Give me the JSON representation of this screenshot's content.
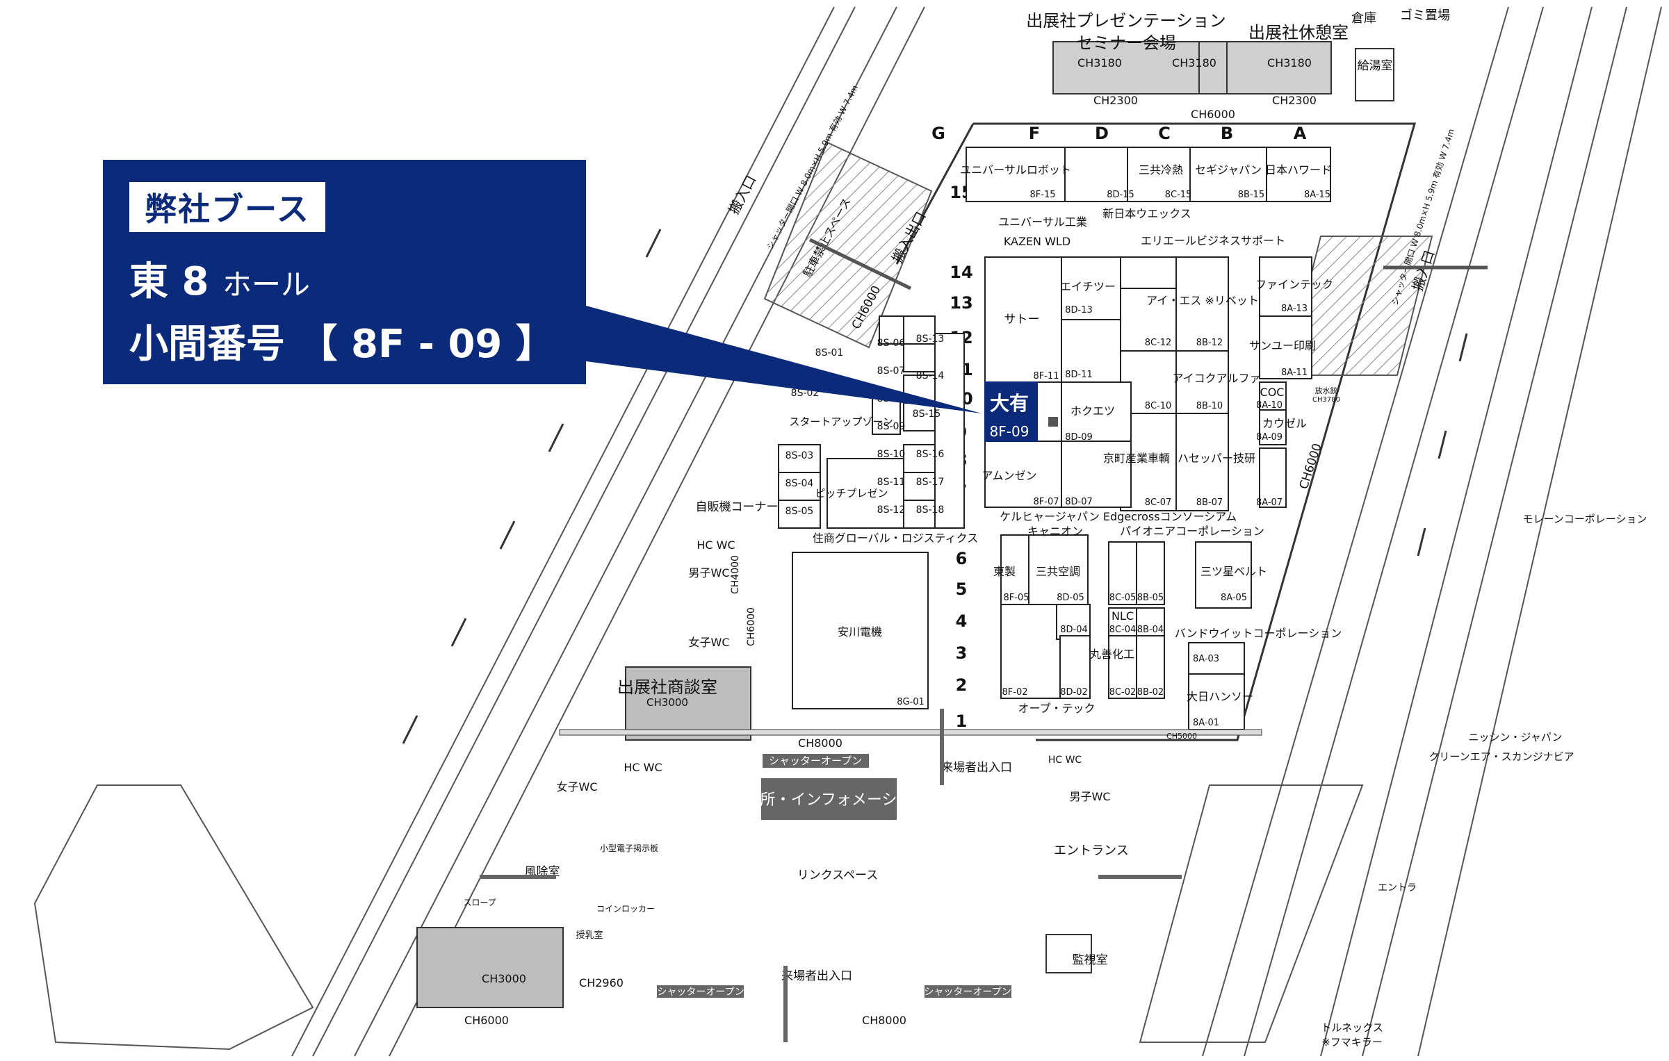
{
  "callout": {
    "tag": "弊社ブース",
    "hall_prefix": "東",
    "hall_number": "8",
    "hall_suffix": "ホール",
    "booth_label": "小間番号",
    "booth_number": "【 8F - 09 】",
    "color": "#0b2a7a"
  },
  "highlight_booth": {
    "name": "大有",
    "code": "8F-09",
    "color": "#0b2a7a"
  },
  "columns": [
    "G",
    "F",
    "D",
    "C",
    "B",
    "A"
  ],
  "rows": [
    "15",
    "14",
    "13",
    "12",
    "11",
    "10",
    "9",
    "8",
    "7",
    "6",
    "5",
    "4",
    "3",
    "2",
    "1"
  ],
  "exhibitors": [
    {
      "name": "ユニバーサルロボット",
      "code": "8F-15"
    },
    {
      "name": "",
      "code": "8D-15"
    },
    {
      "name": "三共冷熱",
      "code": "8C-15"
    },
    {
      "name": "セギジャパン",
      "code": "8B-15"
    },
    {
      "name": "日本ハワード",
      "code": "8A-15"
    },
    {
      "name": "新日本ウエックス",
      "code": ""
    },
    {
      "name": "ユニバーサル工業",
      "code": ""
    },
    {
      "name": "KAZEN WLD",
      "code": ""
    },
    {
      "name": "エリエールビジネスサポート",
      "code": ""
    },
    {
      "name": "サトー",
      "code": "8F-11"
    },
    {
      "name": "エイチツー",
      "code": "8D-13"
    },
    {
      "name": "",
      "code": "8D-11"
    },
    {
      "name": "",
      "code": "8C-12"
    },
    {
      "name": "アイ・エス ※リベット",
      "code": "8B-12"
    },
    {
      "name": "ファインテック",
      "code": "8A-13"
    },
    {
      "name": "サンユー印刷",
      "code": "8A-11"
    },
    {
      "name": "",
      "code": "8C-10"
    },
    {
      "name": "アイコクアルファ",
      "code": "8B-10"
    },
    {
      "name": "COC",
      "code": "8A-10"
    },
    {
      "name": "ホクエツ",
      "code": "8D-09"
    },
    {
      "name": "カウゼル",
      "code": "8A-09"
    },
    {
      "name": "京町産業車輌",
      "code": "8C-07"
    },
    {
      "name": "ハセッパー技研",
      "code": "8B-07"
    },
    {
      "name": "",
      "code": "8A-07"
    },
    {
      "name": "アムンゼン",
      "code": "8F-07"
    },
    {
      "name": "",
      "code": "8D-07"
    },
    {
      "name": "ケルヒャージャパン",
      "code": ""
    },
    {
      "name": "キャニオン",
      "code": ""
    },
    {
      "name": "Edgecrossコンソーシアム",
      "code": ""
    },
    {
      "name": "パイオニアコーポレーション",
      "code": ""
    },
    {
      "name": "住商グローバル・ロジスティクス",
      "code": ""
    },
    {
      "name": "東製",
      "code": "8F-05"
    },
    {
      "name": "三共空調",
      "code": "8D-05"
    },
    {
      "name": "",
      "code": "8C-05"
    },
    {
      "name": "",
      "code": "8B-05"
    },
    {
      "name": "三ツ星ベルト",
      "code": "8A-05"
    },
    {
      "name": "",
      "code": "8D-04"
    },
    {
      "name": "NLC",
      "code": "8C-04"
    },
    {
      "name": "",
      "code": "8B-04"
    },
    {
      "name": "バンドウイットコーポレーション",
      "code": ""
    },
    {
      "name": "安川電機",
      "code": "8G-01"
    },
    {
      "name": "丸善化工",
      "code": ""
    },
    {
      "name": "",
      "code": "8A-03"
    },
    {
      "name": "",
      "code": "8F-02"
    },
    {
      "name": "",
      "code": "8D-02"
    },
    {
      "name": "",
      "code": "8C-02"
    },
    {
      "name": "",
      "code": "8B-02"
    },
    {
      "name": "大日ハンソー",
      "code": ""
    },
    {
      "name": "",
      "code": "8A-01"
    },
    {
      "name": "オープ・テック",
      "code": ""
    }
  ],
  "small_booths": [
    "8S-01",
    "8S-02",
    "8S-03",
    "8S-04",
    "8S-05",
    "8S-06",
    "8S-07",
    "8S-08",
    "8S-09",
    "8S-10",
    "8S-11",
    "8S-12",
    "8S-13",
    "8S-14",
    "8S-15",
    "8S-16",
    "8S-17",
    "8S-18"
  ],
  "facilities": {
    "presentation_room": "出展社プレゼンテーション",
    "seminar_hall": "セミナー会場",
    "rest_room": "出展社休憩室",
    "warehouse": "倉庫",
    "garbage": "ゴミ置場",
    "water_room": "給湯室",
    "ch3180": "CH3180",
    "ch2300": "CH2300",
    "ch6000": "CH6000",
    "ch8000": "CH8000",
    "ch4000": "CH4000",
    "ch3000": "CH3000",
    "ch2960": "CH2960",
    "ch5000": "CH5000",
    "ch3780": "CH3780",
    "startup_zone": "スタートアップゾーン",
    "pitch": "ピッチプレゼン",
    "vending": "自販機コーナー",
    "business_room": "出展社商談室",
    "hc_wc": "HC WC",
    "male_wc": "男子WC",
    "female_wc": "女子WC",
    "registration": "登録所・インフォメーション",
    "shutter_open": "シャッターオープン",
    "visitor_entrance": "来場者出入口",
    "link_space": "リンクスペース",
    "entrance": "エントランス",
    "entrance_short": "エントラ",
    "wind_room": "風除室",
    "slope": "スロープ",
    "coin_locker": "コインロッカー",
    "nursing": "授乳室",
    "signboard": "小型電子掲示板",
    "monitor_room": "監視室",
    "loading_in": "搬入口",
    "loading_out": "搬入出口",
    "no_parking": "駐車禁止スペース",
    "shutter_spec": "シャッター開口 W 8.0m×H 5.9m 有効 W 7.4m",
    "fire_water": "放水銃"
  },
  "external_labels": {
    "moreen": "モレーンコーポレーション",
    "nisshin": "ニッシン・ジャパン",
    "clean_air": "クリーンエア・スカンジナビア",
    "toru": "トルネックス",
    "toru_note": "※フマキラー"
  }
}
